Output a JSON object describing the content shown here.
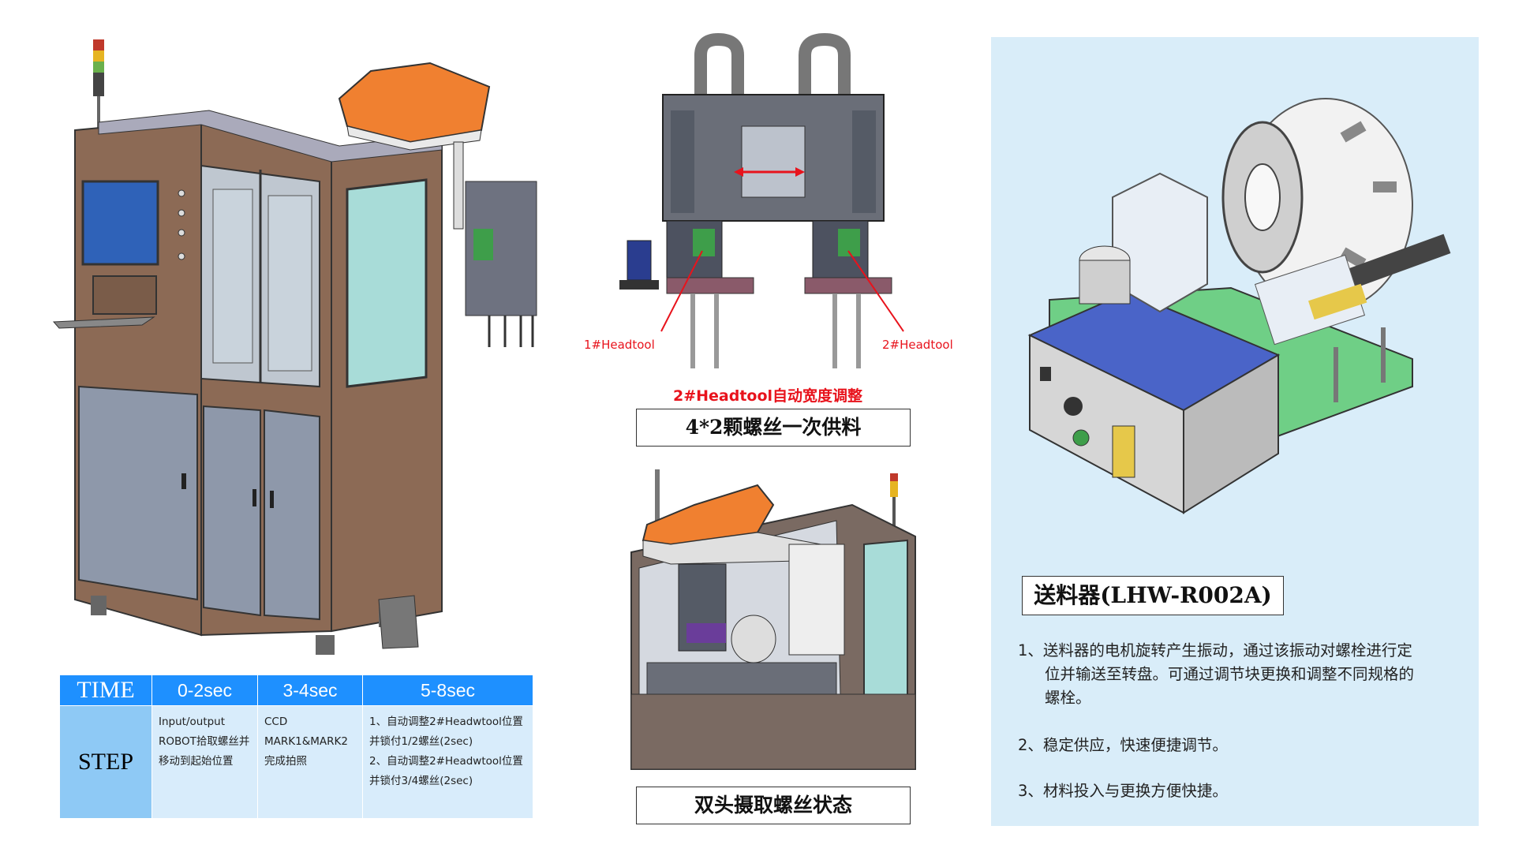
{
  "timeline": {
    "time_label": "TIME",
    "step_label": "STEP",
    "columns": [
      "0-2sec",
      "3-4sec",
      "5-8sec"
    ],
    "steps": [
      [
        "Input/output",
        "ROBOT拾取螺丝并",
        "移动到起始位置"
      ],
      [
        "CCD",
        "MARK1&MARK2",
        "完成拍照"
      ],
      [
        "1、自动调整2#Headwtool位置",
        "并锁付1/2螺丝(2sec)",
        "2、自动调整2#Headwtool位置",
        "并锁付3/4螺丝(2sec)"
      ]
    ]
  },
  "headtool_diagram": {
    "label_left": "1#Headtool",
    "label_right": "2#Headtool",
    "adjust_label": "2#Headtool自动宽度调整",
    "caption": "4*2颗螺丝一次供料"
  },
  "dual_head": {
    "caption": "双头摄取螺丝状态"
  },
  "feeder": {
    "title": "送料器(LHW-R002A)",
    "notes": [
      [
        "1、送料器的电机旋转产生振动，通过该振动对螺栓进行定",
        "位并输送至转盘。可通过调节块更换和调整不同规格的",
        "螺栓。"
      ],
      [
        "2、稳定供应，快速便捷调节。"
      ],
      [
        "3、材料投入与更换方便快捷。"
      ]
    ]
  },
  "colors": {
    "cabinet_brown": "#8c6a55",
    "panel_gray": "#8e98aa",
    "robot_orange": "#f08030",
    "glass_teal": "#a8dcd8",
    "screen_blue": "#2f62b8",
    "accent_red": "#e8131c",
    "table_header_blue": "#1e90ff",
    "table_step_blue": "#8ec9f5",
    "feeder_bg": "#d9edf9",
    "base_green": "#6fcf86",
    "base_blue": "#4a64c8"
  }
}
